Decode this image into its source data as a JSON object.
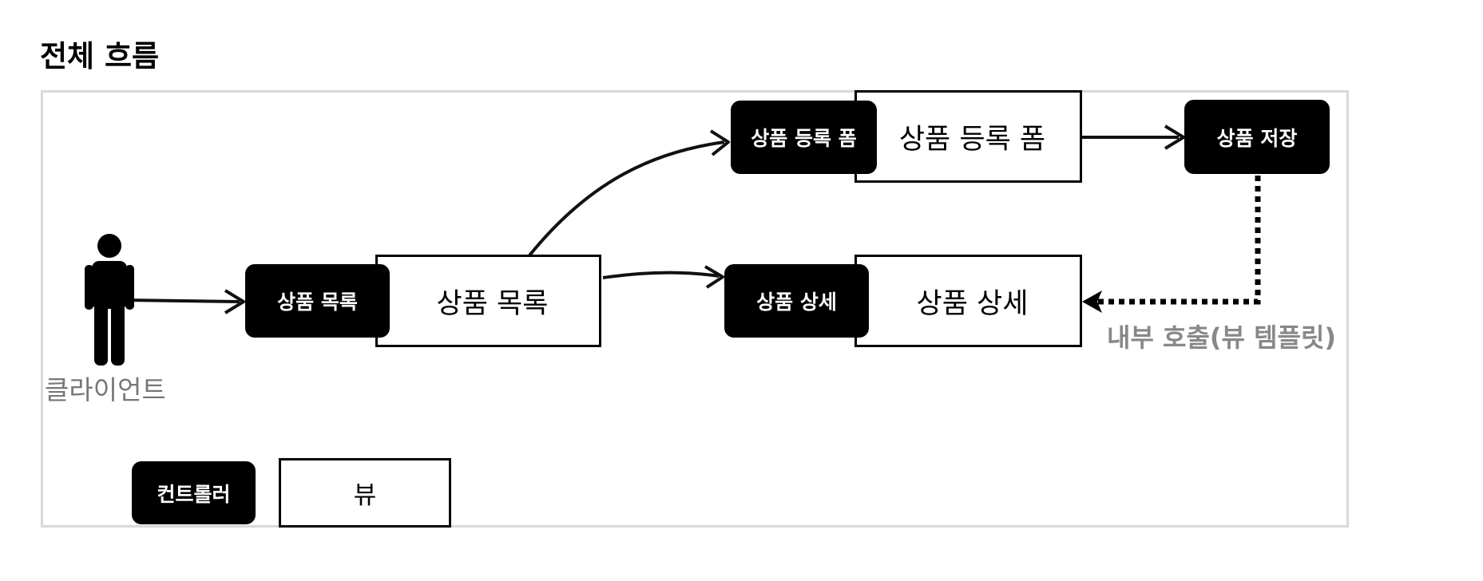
{
  "title": "전체 흐름",
  "client_label": "클라이언트",
  "internal_call_label": "내부 호출(뷰 템플릿)",
  "nodes": {
    "product_list": {
      "controller": "상품 목록",
      "view": "상품 목록"
    },
    "product_add_form": {
      "controller": "상품 등록 폼",
      "view": "상품 등록 폼"
    },
    "product_detail": {
      "controller": "상품 상세",
      "view": "상품 상세"
    },
    "product_save": {
      "controller": "상품 저장"
    }
  },
  "legend": {
    "controller": "컨트롤러",
    "view": "뷰"
  }
}
